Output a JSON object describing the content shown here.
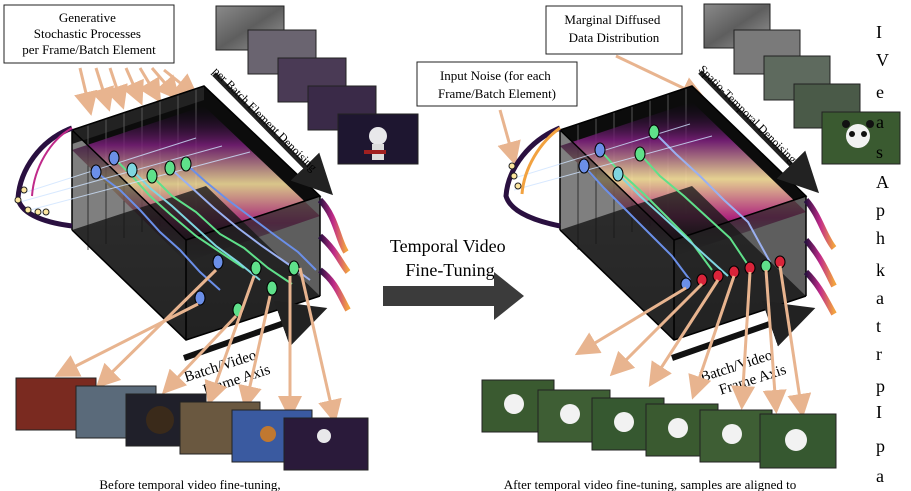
{
  "colors": {
    "arrow_orange": "#e8b48f",
    "cube_dark": "#111111",
    "band_magenta": "#c02a8a",
    "band_yellow": "#fde6a0",
    "path_blue": "#6b8fe8",
    "path_green": "#5fe08a",
    "path_cyan": "#7fd6e0",
    "dot_red": "#d9243a",
    "big_arrow": "#3b3b3b"
  },
  "left": {
    "callout_label": "Generative\nStochastic Processes\nper Frame/Batch Element",
    "diagonal_label": "per Batch Element Denoising",
    "axis_label": "Batch/Video\nFrame Axis",
    "caption": "Before temporal video fine-tuning,"
  },
  "middle": {
    "arrow_label": "Temporal Video\nFine-Tuning"
  },
  "right": {
    "callout_top_label": "Marginal Diffused\nData Distribution",
    "callout_noise_label": "Input Noise (for each\nFrame/Batch Element)",
    "diagonal_label": "Spatio-Temporal Denoising",
    "axis_label": "Batch/Video\nFrame Axis",
    "caption": "After temporal video fine-tuning, samples are aligned to"
  },
  "cutoff_text": {
    "letters": [
      "I",
      "V",
      "e",
      "a",
      "s",
      "A",
      "p",
      "h",
      "k",
      "a",
      "t",
      "r",
      "p",
      "I",
      "p",
      "a"
    ]
  },
  "icons": {
    "left_stack_top": "noise-image-icon",
    "left_stack_bottom": "astronaut-guitar-image-icon",
    "right_stack_top": "noise-image-icon",
    "right_stack_bottom": "panda-image-icon",
    "left_samples": "mixed-video-frames-icon",
    "right_samples": "panda-video-frames-icon"
  }
}
